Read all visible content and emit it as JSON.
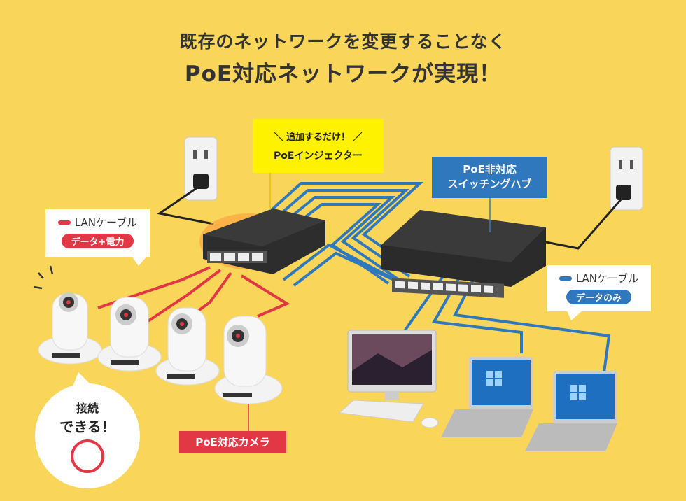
{
  "headline": {
    "line1": "既存のネットワークを変更することなく",
    "line2": "PoE対応ネットワークが実現！"
  },
  "injector": {
    "caption": "追加するだけ！",
    "label": "PoEインジェクター"
  },
  "hub": {
    "line1": "PoE非対応",
    "line2": "スイッチングハブ"
  },
  "legend_left": {
    "label": "LANケーブル",
    "pill": "データ+電力"
  },
  "legend_right": {
    "label": "LANケーブル",
    "pill": "データのみ"
  },
  "bubble": {
    "line1": "接続",
    "line2": "できる！"
  },
  "camera_tag": "PoE対応カメラ",
  "colors": {
    "background": "#f9d65a",
    "poe_cable": "#e23744",
    "data_cable": "#2f78bd",
    "injector_label_bg": "#fff200"
  }
}
